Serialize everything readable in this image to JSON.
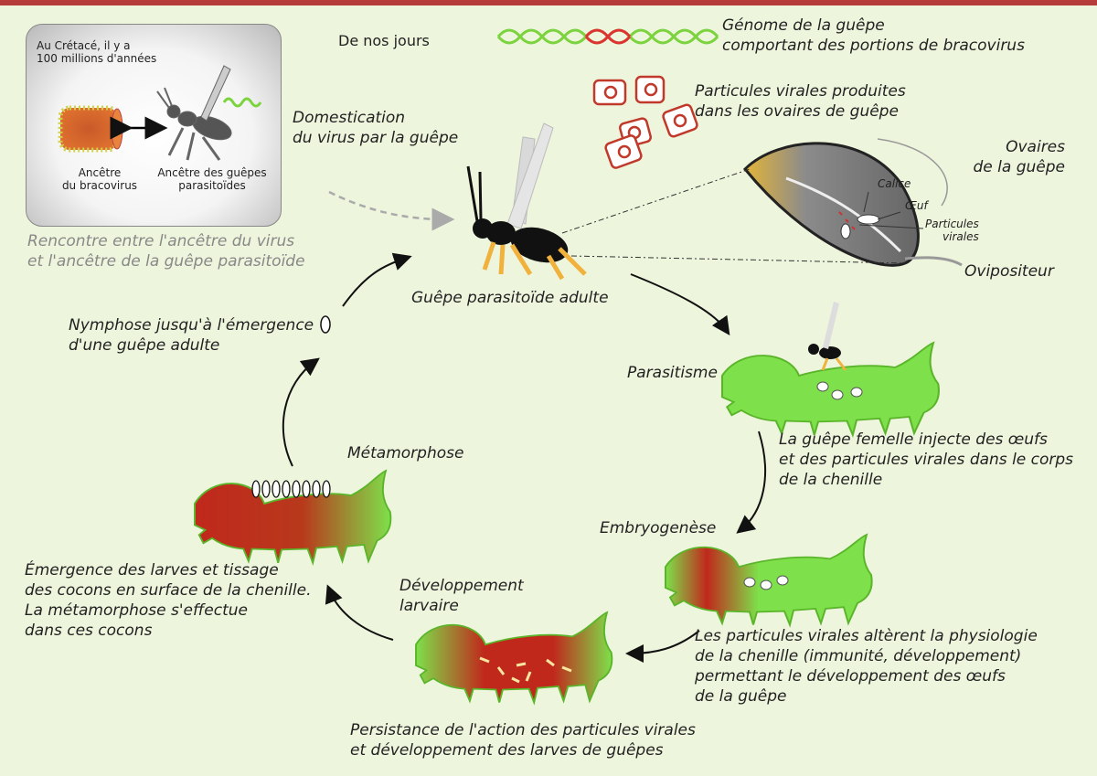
{
  "inset": {
    "period": "Au Crétacé, il y a\n100 millions d'années",
    "virus_ancestor": "Ancêtre\ndu bracovirus",
    "wasp_ancestor": "Ancêtre des guêpes\nparasitoïdes",
    "caption": "Rencontre entre l'ancêtre du virus\net l'ancêtre de la guêpe parasitoïde"
  },
  "labels": {
    "today": "De nos jours",
    "genome": "Génome de la guêpe\ncomportant des portions de bracovirus",
    "particles": "Particules virales produites\ndans les ovaires de guêpe",
    "domestication": "Domestication\ndu virus par la guêpe",
    "ovaries": "Ovaires\nde la guêpe",
    "calice": "Calice",
    "oeuf": "Œuf",
    "particules_virales": "Particules\nvirales",
    "ovipositeur": "Ovipositeur",
    "adult": "Guêpe parasitoïde adulte",
    "nymphose": "Nymphose jusqu'à l'émergence\nd'une guêpe adulte",
    "parasitisme": "Parasitisme",
    "injection": "La guêpe femelle injecte des œufs\net des particules virales dans le corps\nde la chenille",
    "metamorphose": "Métamorphose",
    "embryogenese": "Embryogenèse",
    "emergence": "Émergence des larves et tissage\ndes cocons en surface de la chenille.\nLa métamorphose s'effectue\ndans ces cocons",
    "developpement": "Développement\nlarvaire",
    "alteration": "Les particules virales altèrent la physiologie\nde la chenille (immunité, développement)\npermettant le développement des œufs\nde la guêpe",
    "persistance": "Persistance de l'action des particules virales\net développement des larves de guêpes"
  },
  "colors": {
    "topbar": "#b63b3b",
    "background": "#eef5dd",
    "caterpillar": "#7ee04a",
    "infected": "#c0281c",
    "virus": "#c0392b"
  }
}
